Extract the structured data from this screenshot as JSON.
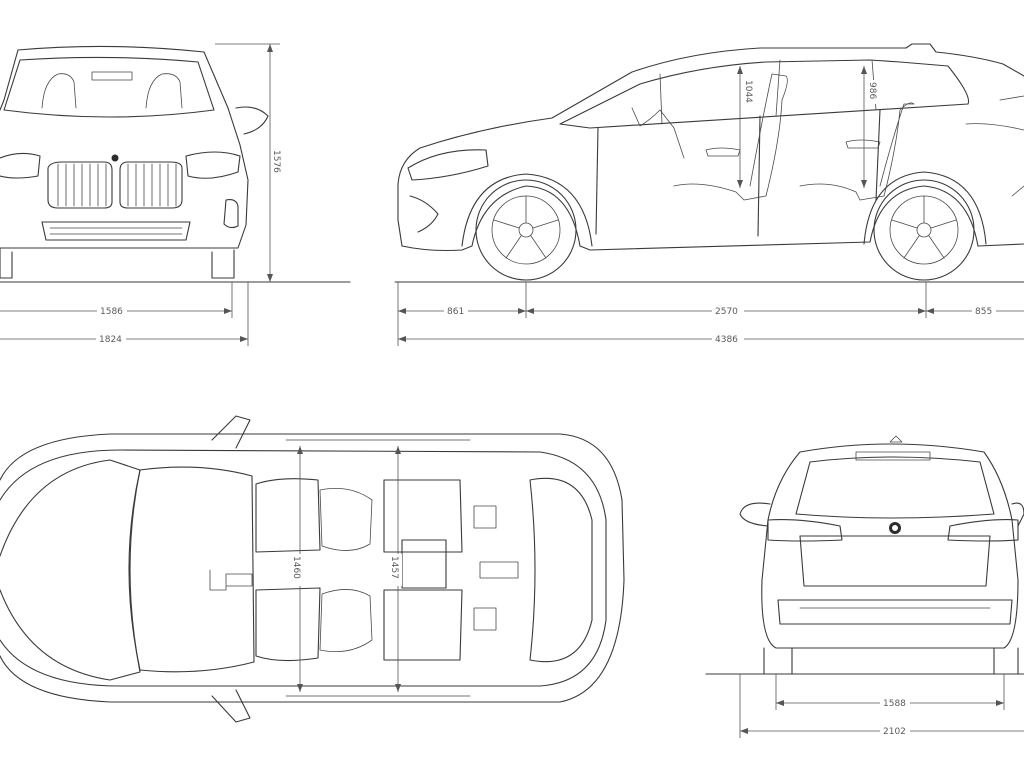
{
  "dimensions": {
    "front_track": "1586",
    "front_width": "1824",
    "height": "1576",
    "front_overhang": "861",
    "wheelbase": "2570",
    "rear_overhang": "855",
    "length": "4386",
    "front_headroom": "1044",
    "rear_headroom": "986",
    "front_shoulder": "1460",
    "rear_shoulder": "1457",
    "rear_track": "1588",
    "rear_width_mirrors": "2102"
  },
  "colors": {
    "line": "#3a3a3a",
    "dimension": "#555555",
    "background": "#ffffff"
  }
}
